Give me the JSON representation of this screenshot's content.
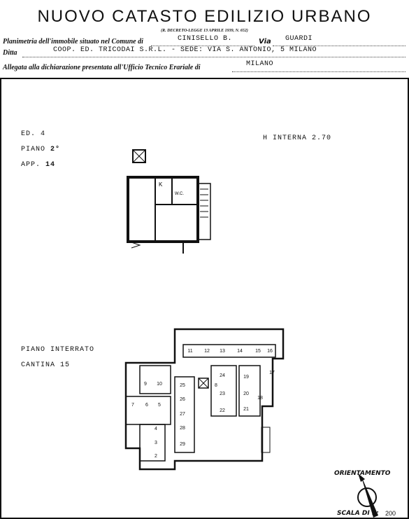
{
  "header": {
    "title": "NUOVO CATASTO EDILIZIO URBANO",
    "subtitle": "(R. DECRETO-LEGGE 13 APRILE 1939, N. 652)",
    "planimetria_label": "Planimetria dell'immobile situato nel Comune di",
    "comune": "CINISELLO B.",
    "via_label": "Via",
    "via": "GUARDI",
    "ditta_label": "Ditta",
    "ditta": "COOP. ED. TRICODAI S.R.L. - SEDE: VIA S. ANTONIO, 5 MILANO",
    "allegata_label": "Allegata alla dichiarazione presentata all'Ufficio Tecnico Erariale di",
    "ufficio": "MILANO"
  },
  "plan_top": {
    "ed": "ED. 4",
    "piano_label": "PIANO",
    "piano_value": "2°",
    "app_label": "APP.",
    "app_value": "14",
    "h_interna": "H INTERNA 2.70",
    "room_k": "K",
    "room_wc": "W.C."
  },
  "plan_bottom": {
    "piano": "PIANO INTERRATO",
    "cantina": "CANTINA 15",
    "cells": [
      "11",
      "12",
      "13",
      "14",
      "15",
      "16",
      "17",
      "24",
      "19",
      "23",
      "20",
      "22",
      "21",
      "18",
      "25",
      "26",
      "27",
      "28",
      "29",
      "9",
      "10",
      "7",
      "6",
      "5",
      "4",
      "3",
      "2",
      "8"
    ]
  },
  "footer": {
    "orientamento": "ORIENTAMENTO",
    "scala": "SCALA DI 1:",
    "scala_value": "200"
  }
}
